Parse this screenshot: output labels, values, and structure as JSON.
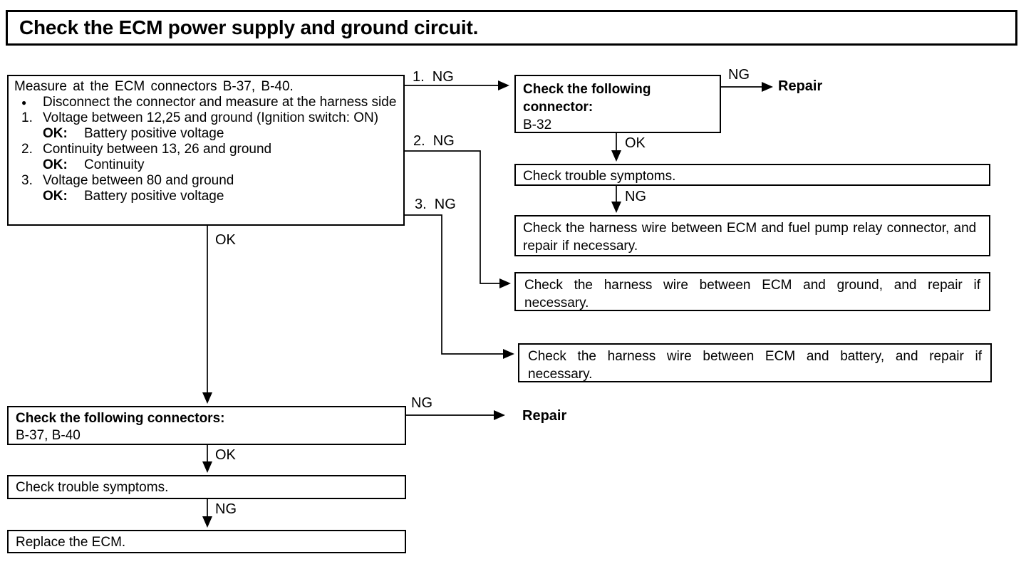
{
  "page": {
    "background": "#ffffff",
    "ink": "#000000"
  },
  "header": {
    "title": "Check the ECM power supply and ground circuit."
  },
  "nodes": {
    "measure": {
      "title": "Measure at the ECM connectors B-37, B-40.",
      "bullet": {
        "marker": "●",
        "text": "Disconnect the connector and measure at the harness side"
      },
      "items": [
        {
          "num": "1.",
          "text": "Voltage between 12,25 and ground (Ignition switch: ON)",
          "ok_label": "OK:",
          "ok_value": "Battery positive voltage"
        },
        {
          "num": "2.",
          "text": "Continuity between 13, 26 and ground",
          "ok_label": "OK:",
          "ok_value": "Continuity"
        },
        {
          "num": "3.",
          "text": "Voltage between 80 and ground",
          "ok_label": "OK:",
          "ok_value": "Battery positive voltage"
        }
      ]
    },
    "connector_b32": {
      "title": "Check the following connector:",
      "body": "B-32"
    },
    "symptoms_right": {
      "text": "Check trouble symptoms."
    },
    "harness_fuel_pump": {
      "text": "Check the harness wire between ECM and fuel pump relay connector, and repair if necessary."
    },
    "harness_ground": {
      "text": "Check the harness wire between ECM and ground, and repair if necessary."
    },
    "harness_battery": {
      "text": "Check the harness wire between ECM and battery, and repair if necessary."
    },
    "connectors_b37_b40": {
      "title": "Check the following connectors:",
      "body": "B-37, B-40"
    },
    "symptoms_left": {
      "text": "Check trouble symptoms."
    },
    "replace_ecm": {
      "text": "Replace the ECM."
    },
    "repair_top": {
      "text": "Repair"
    },
    "repair_bottom": {
      "text": "Repair"
    }
  },
  "edge_labels": {
    "ng1": "1.  NG",
    "ng2": "2.  NG",
    "ng3": "3.  NG",
    "ok_measure": "OK",
    "ng_b32_repair": "NG",
    "ok_b32": "OK",
    "ng_symptoms_right": "NG",
    "ng_connectors_repair": "NG",
    "ok_connectors": "OK",
    "ng_symptoms_left": "NG"
  }
}
